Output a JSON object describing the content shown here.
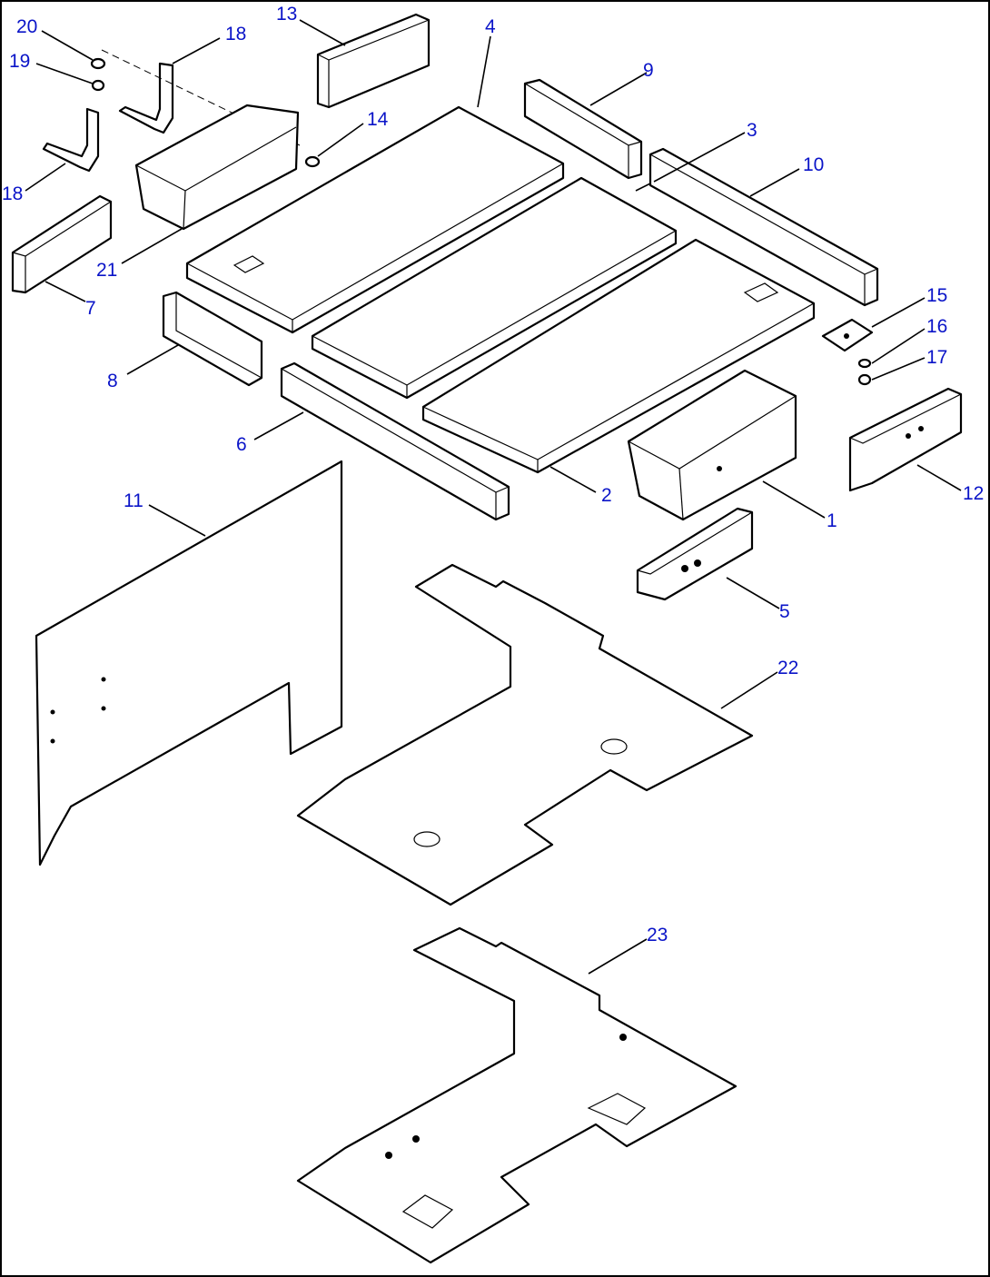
{
  "diagram": {
    "callouts": [
      {
        "id": "p20",
        "label": "20"
      },
      {
        "id": "p19",
        "label": "19"
      },
      {
        "id": "p18a",
        "label": "18"
      },
      {
        "id": "p18b",
        "label": "18"
      },
      {
        "id": "p13",
        "label": "13"
      },
      {
        "id": "p4",
        "label": "4"
      },
      {
        "id": "p9",
        "label": "9"
      },
      {
        "id": "p14",
        "label": "14"
      },
      {
        "id": "p3",
        "label": "3"
      },
      {
        "id": "p10",
        "label": "10"
      },
      {
        "id": "p21",
        "label": "21"
      },
      {
        "id": "p7",
        "label": "7"
      },
      {
        "id": "p8",
        "label": "8"
      },
      {
        "id": "p15",
        "label": "15"
      },
      {
        "id": "p16",
        "label": "16"
      },
      {
        "id": "p17",
        "label": "17"
      },
      {
        "id": "p6",
        "label": "6"
      },
      {
        "id": "p2",
        "label": "2"
      },
      {
        "id": "p1",
        "label": "1"
      },
      {
        "id": "p12",
        "label": "12"
      },
      {
        "id": "p11",
        "label": "11"
      },
      {
        "id": "p5",
        "label": "5"
      },
      {
        "id": "p22",
        "label": "22"
      },
      {
        "id": "p23",
        "label": "23"
      }
    ]
  }
}
